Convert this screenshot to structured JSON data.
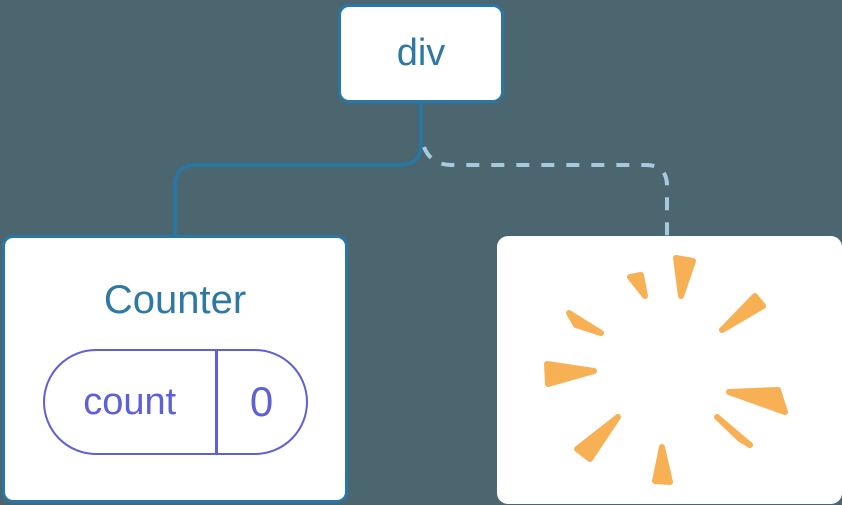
{
  "colors": {
    "bg": "#4b666e",
    "card": "#ffffff",
    "line": "#2878a7",
    "dashed": "#a7c9de",
    "blue_text": "#2e79a2",
    "purple": "#5f5fd6",
    "burst": "#f8b054"
  },
  "nodes": {
    "root": {
      "label": "div"
    },
    "counter": {
      "label": "Counter",
      "state": {
        "key": "count",
        "value": "0"
      }
    },
    "destroyed": {
      "icon": "poof-burst"
    }
  },
  "links": {
    "counter": "solid",
    "destroyed": "dashed"
  }
}
